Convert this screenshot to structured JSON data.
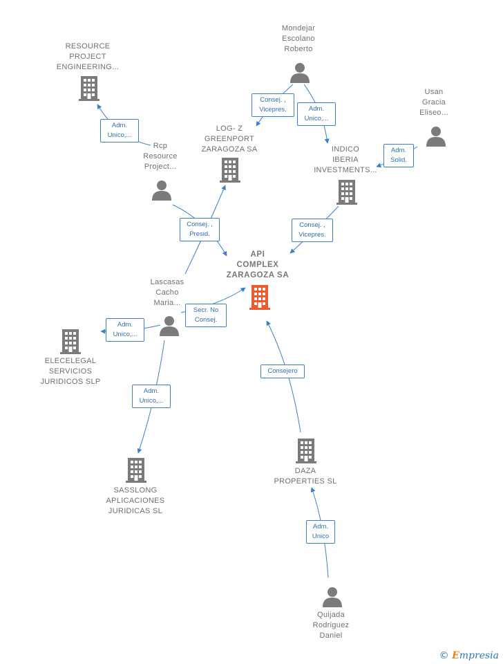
{
  "colors": {
    "edge": "#3a7fcf",
    "node": "#7b7b7b",
    "main_node": "#ee5a2b"
  },
  "nodes": {
    "resource": {
      "label": "RESOURCE\nPROJECT\nENGINEERING...",
      "kind": "company"
    },
    "mondejar": {
      "label": "Mondejar\nEscolano\nRoberto",
      "kind": "person"
    },
    "usan": {
      "label": "Usan\nGracia\nEliseo...",
      "kind": "person"
    },
    "logz": {
      "label": "LOG- Z\nGREENPORT\nZARAGOZA SA",
      "kind": "company"
    },
    "rcp": {
      "label": "Rcp\nResource\nProject...",
      "kind": "person"
    },
    "indico": {
      "label": "INDICO\nIBERIA\nINVESTMENTS...",
      "kind": "company"
    },
    "api": {
      "label": "API\nCOMPLEX\nZARAGOZA SA",
      "kind": "main-company"
    },
    "lascasas": {
      "label": "Lascasas\nCacho\nMaria...",
      "kind": "person"
    },
    "elecelegal": {
      "label": "ELECELEGAL\nSERVICIOS\nJURIDICOS SLP",
      "kind": "company"
    },
    "sasslong": {
      "label": "SASSLONG\nAPLICACIONES\nJURIDICAS SL",
      "kind": "company"
    },
    "daza": {
      "label": "DAZA\nPROPERTIES SL",
      "kind": "company"
    },
    "quijada": {
      "label": "Quijada\nRodriguez\nDaniel",
      "kind": "person"
    }
  },
  "edges": {
    "rcp_resource": "Adm.\nUnico,...",
    "mondejar_logz": "Consej. ,\nVicepres.",
    "mondejar_indico": "Adm.\nUnico,...",
    "usan_indico": "Adm.\nSolid.",
    "rcp_api": "Consej. ,\nPresid.",
    "indico_api": "Consej. ,\nVicepres.",
    "lascasas_api": "Secr. No\nConsej.",
    "lascasas_elecelegal": "Adm.\nUnico,...",
    "lascasas_sasslong": "Adm.\nUnico,...",
    "daza_api": "Consejero",
    "quijada_daza": "Adm.\nUnico"
  },
  "footer": {
    "copyright": "©",
    "brand_initial": "E",
    "brand_rest": "mpresia"
  }
}
